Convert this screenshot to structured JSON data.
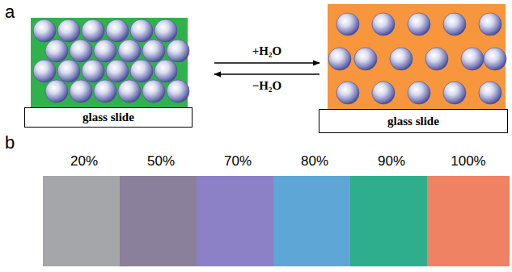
{
  "diagram": {
    "nodes": [
      {
        "text": [
          "glass slide"
        ]
      },
      {
        "text": [
          "glass slide"
        ]
      },
      {
        "text": [
          "20%"
        ]
      },
      {
        "text": [
          "50%"
        ]
      },
      {
        "text": [
          "70%"
        ]
      },
      {
        "text": [
          "80%"
        ]
      },
      {
        "text": [
          "90%"
        ]
      },
      {
        "text": [
          "100%"
        ]
      }
    ],
    "labels": [
      "a",
      "b",
      "+H₂O",
      "−H₂O"
    ]
  }
}
